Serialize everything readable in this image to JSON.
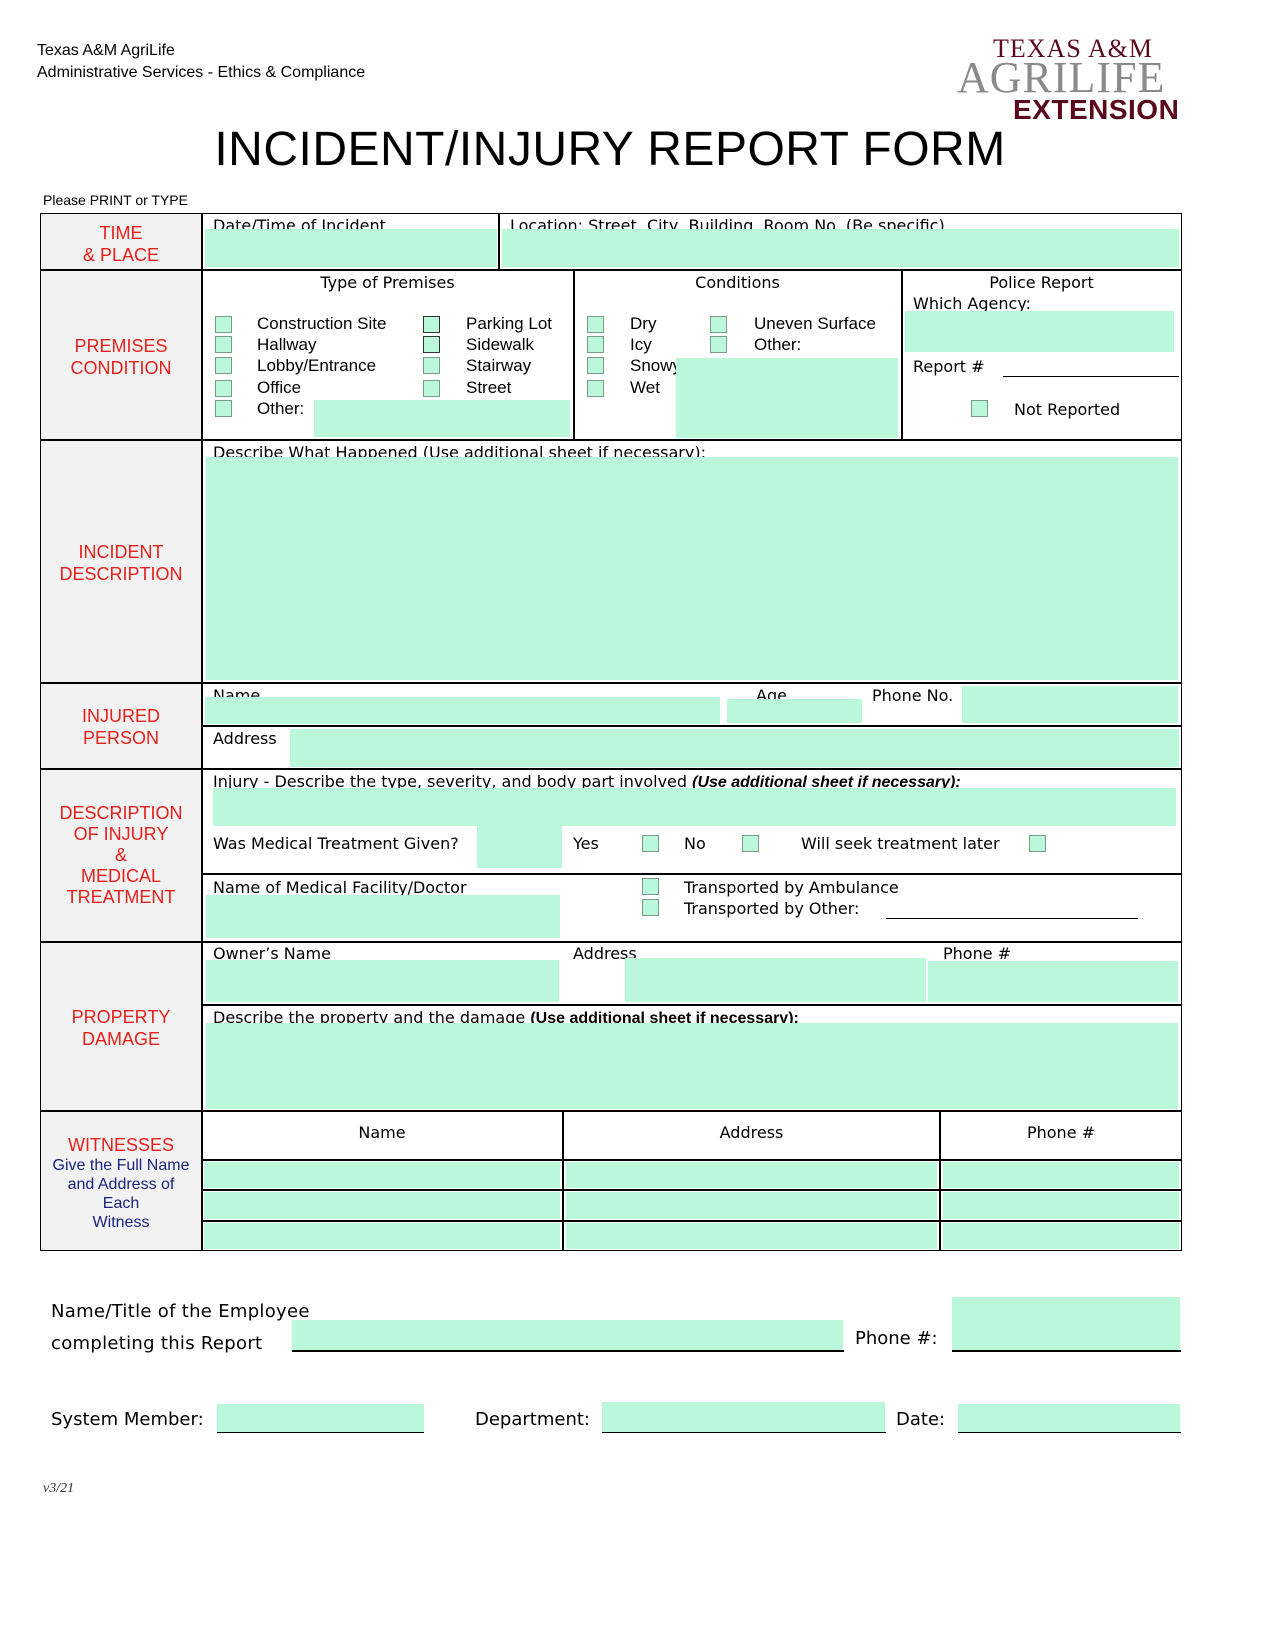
{
  "header": {
    "org_line1": "Texas A&M AgriLife",
    "org_line2": "Administrative Services - Ethics & Compliance",
    "logo_line1": "TEXAS A&M",
    "logo_line2": "AGRILIFE",
    "logo_line3": "EXTENSION",
    "title": "INCIDENT/INJURY REPORT FORM",
    "instruction": "Please PRINT or TYPE"
  },
  "sections": {
    "time_place": {
      "label": [
        "TIME",
        "& PLACE"
      ],
      "datetime_label": "Date/Time of Incident",
      "location_label": "Location:    Street, City, Building, Room No. (Be specific)"
    },
    "premises": {
      "label": [
        "PREMISES",
        "CONDITION"
      ],
      "type_heading": "Type of Premises",
      "types_col1": [
        "Construction Site",
        "Hallway",
        "Lobby/Entrance",
        "Office",
        "Other:"
      ],
      "types_col2": [
        "Parking Lot",
        "Sidewalk",
        "Stairway",
        "Street"
      ],
      "conditions_heading": "Conditions",
      "conditions_col1": [
        "Dry",
        "Icy",
        "Snowy",
        "Wet"
      ],
      "conditions_col2": [
        "Uneven Surface",
        "Other:"
      ],
      "police_heading": "Police Report",
      "which_agency": "Which Agency:",
      "report_no": "Report #",
      "not_reported": "Not Reported"
    },
    "incident": {
      "label": [
        "INCIDENT",
        "DESCRIPTION"
      ],
      "describe_label": "Describe What Happened (Use additional sheet if necessary):"
    },
    "injured": {
      "label": [
        "INJURED",
        "PERSON"
      ],
      "name": "Name",
      "age": "Age",
      "phone": "Phone No.",
      "address": "Address"
    },
    "injury": {
      "label": [
        "DESCRIPTION",
        "OF INJURY",
        "&",
        "MEDICAL",
        "TREATMENT"
      ],
      "injury_label": "Injury - Describe the type, severity, and body part involved",
      "injury_label_bold": "(Use additional sheet if necessary):",
      "treatment_q": "Was Medical Treatment Given?",
      "yes": "Yes",
      "no": "No",
      "later": "Will seek treatment later",
      "facility": "Name of Medical Facility/Doctor",
      "ambulance": "Transported by Ambulance",
      "other_transport": "Transported by Other:"
    },
    "property": {
      "label": [
        "PROPERTY",
        "DAMAGE"
      ],
      "owner": "Owner’s Name",
      "address": "Address",
      "phone": "Phone #",
      "describe": "Describe the property and the damage",
      "describe_bold": "(Use additional sheet if necessary):"
    },
    "witnesses": {
      "label": "WITNESSES",
      "sub": [
        "Give the Full Name",
        "and Address of",
        "Each",
        "Witness"
      ],
      "col_name": "Name",
      "col_address": "Address",
      "col_phone": "Phone #"
    }
  },
  "footer": {
    "completer_line1": "Name/Title of the Employee",
    "completer_line2": "completing this Report",
    "phone": "Phone #:",
    "system_member": "System Member:",
    "department": "Department:",
    "date": "Date:",
    "version": "v3/21"
  },
  "colors": {
    "field_fill": "#bbf7da",
    "section_label": "#e8201c",
    "witness_sub": "#1a237e",
    "logo_maroon": "#5b0a1e",
    "logo_gray": "#8a8a8a"
  }
}
